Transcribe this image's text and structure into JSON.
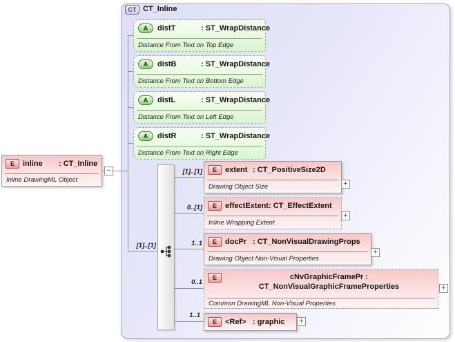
{
  "complex_type": {
    "badge": "CT",
    "title": "CT_Inline"
  },
  "root": {
    "badge": "E",
    "name": "inline",
    "type": ": CT_Inline",
    "description": "Inline DrawingML Object"
  },
  "attributes": [
    {
      "badge": "A",
      "name": "distT",
      "type": ": ST_WrapDistance",
      "description": "Distance From Text on Top Edge"
    },
    {
      "badge": "A",
      "name": "distB",
      "type": ": ST_WrapDistance",
      "description": "Distance From Text on Bottom Edge"
    },
    {
      "badge": "A",
      "name": "distL",
      "type": ": ST_WrapDistance",
      "description": "Distance From Text on Left Edge"
    },
    {
      "badge": "A",
      "name": "distR",
      "type": ": ST_WrapDistance",
      "description": "Distance From Text on Right Edge"
    }
  ],
  "sequence": {
    "cardinality": "[1]..[1]"
  },
  "elements": [
    {
      "badge": "E",
      "name": "extent",
      "type": ": CT_PositiveSize2D",
      "description": "Drawing Object Size",
      "cardinality": "[1]..[1]"
    },
    {
      "badge": "E",
      "name": "effectExtent",
      "type": ": CT_EffectExtent",
      "description": "Inline Wrapping Extent",
      "cardinality": "0..[1]"
    },
    {
      "badge": "E",
      "name": "docPr",
      "type": ": CT_NonVisualDrawingProps",
      "description": "Drawing Object Non-Visual Properties",
      "cardinality": "1..1"
    },
    {
      "badge": "E",
      "name": "cNvGraphicFramePr",
      "type": ": CT_NonVisualGraphicFrameProperties",
      "description": "Common DrawingML Non-Visual Properties",
      "cardinality": "0..1"
    },
    {
      "badge": "E",
      "name": "<Ref>",
      "type": ": graphic",
      "cardinality": "1..1"
    }
  ],
  "toggles": {
    "collapse": "−",
    "expand": "+"
  },
  "colors": {
    "container_fill": "#e2e2f8",
    "element_fill": "#f7c7c7",
    "attribute_fill": "#e9fae0",
    "connector": "#8f8f8f"
  }
}
